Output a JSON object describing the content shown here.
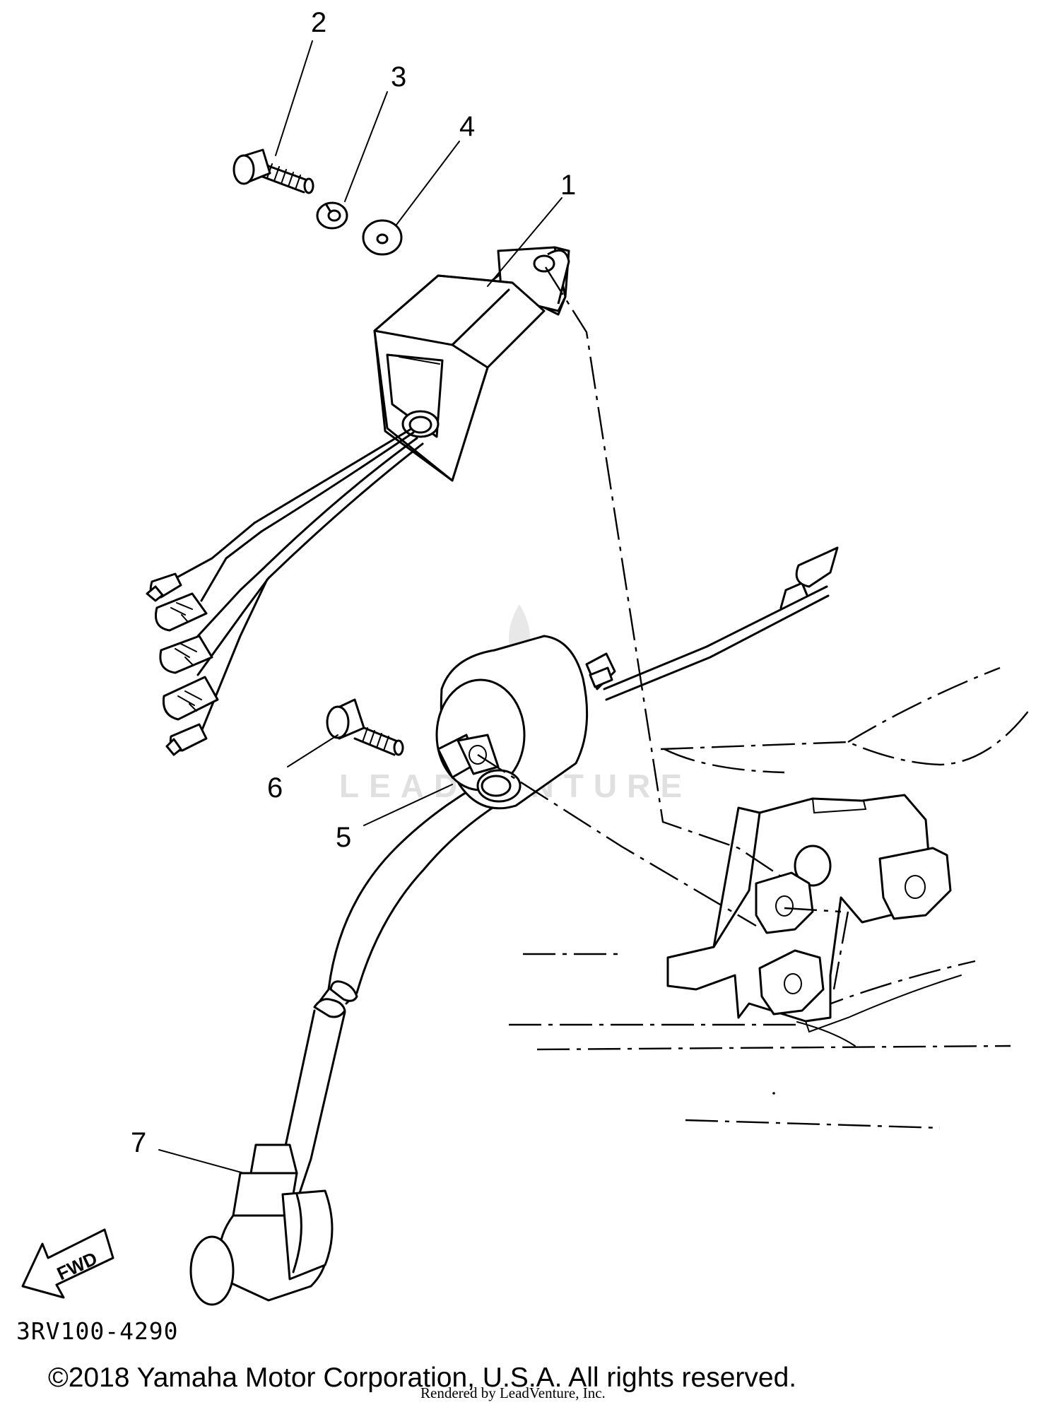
{
  "callouts": [
    {
      "num": "1",
      "part": "cdi-unit"
    },
    {
      "num": "2",
      "part": "bolt"
    },
    {
      "num": "3",
      "part": "lock-washer"
    },
    {
      "num": "4",
      "part": "washer"
    },
    {
      "num": "5",
      "part": "ignition-coil"
    },
    {
      "num": "6",
      "part": "bolt"
    },
    {
      "num": "7",
      "part": "spark-plug-cap"
    }
  ],
  "fwd_label": "FWD",
  "diagram_code": "3RV100-4290",
  "copyright": "©2018 Yamaha Motor Corporation, U.S.A. All rights reserved.",
  "rendered_by": "Rendered by LeadVenture, Inc.",
  "watermark": "LEADVENTURE",
  "colors": {
    "line": "#000000",
    "background": "#ffffff",
    "watermark": "#e0e0e0"
  }
}
